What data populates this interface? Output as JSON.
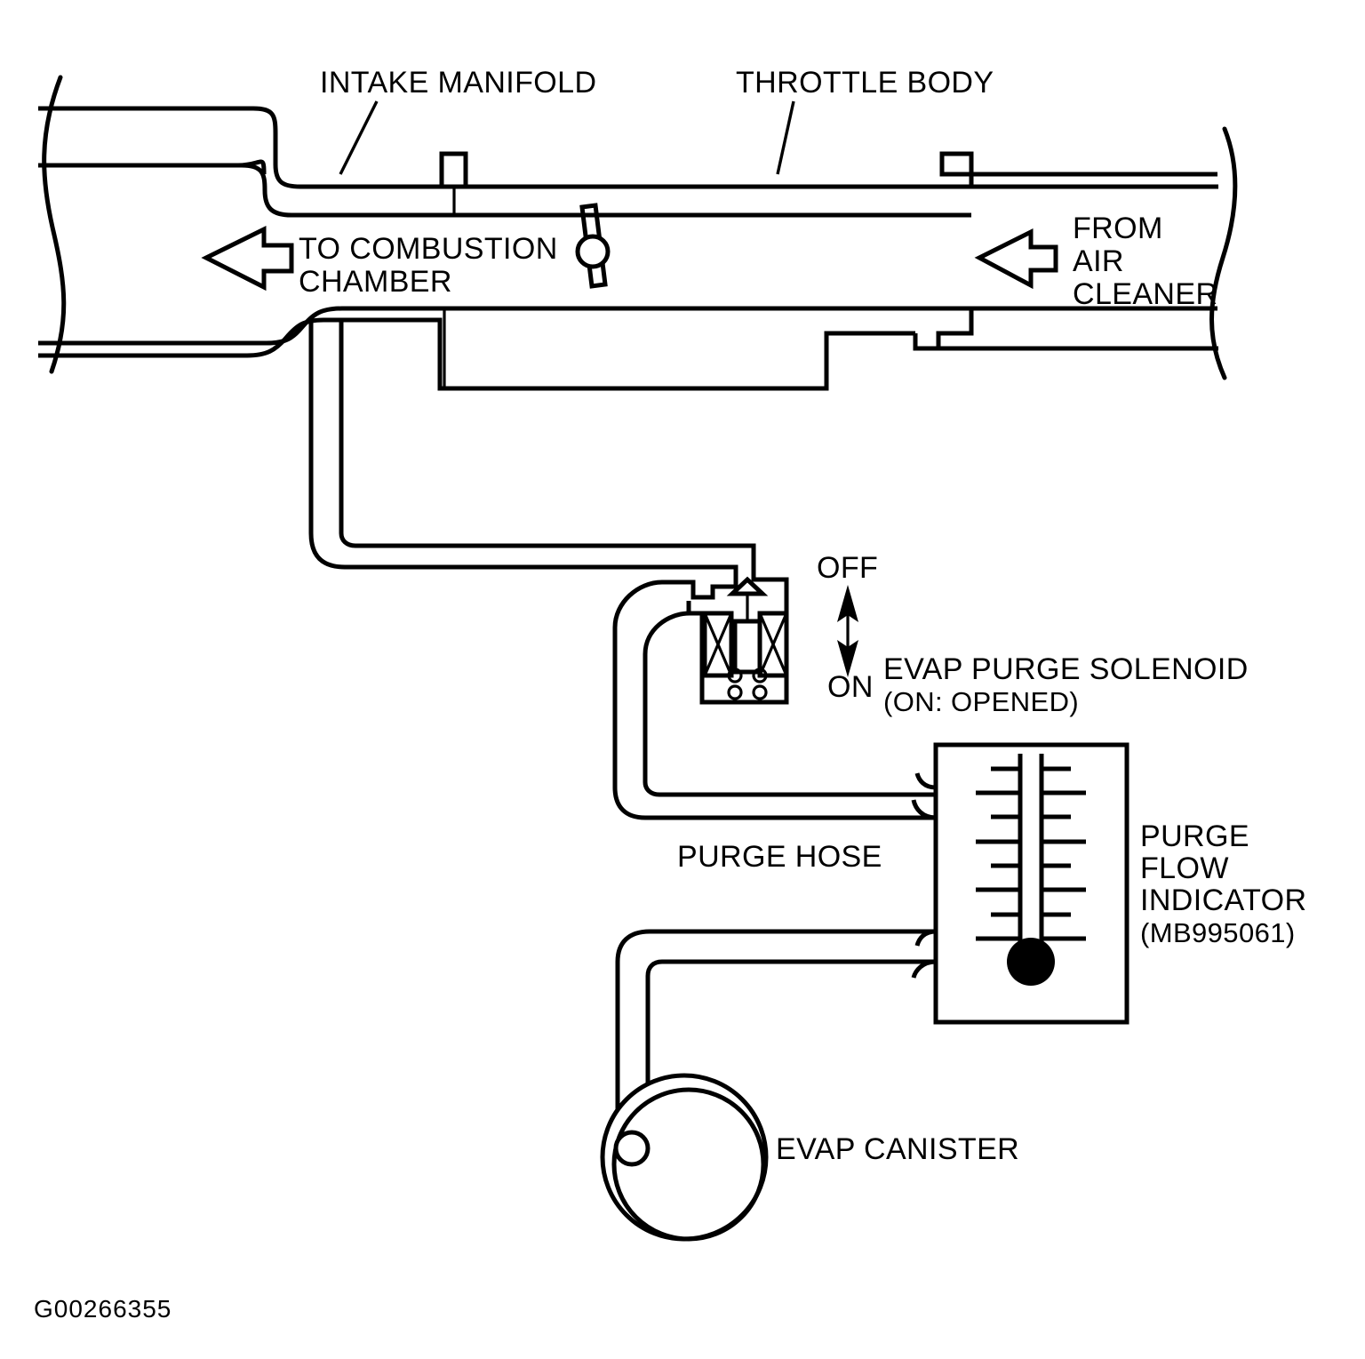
{
  "diagram": {
    "title_labels": {
      "intake_manifold": "INTAKE MANIFOLD",
      "throttle_body": "THROTTLE BODY",
      "to_combustion_line1": "TO COMBUSTION",
      "to_combustion_line2": "CHAMBER",
      "from_air_line1": "FROM",
      "from_air_line2": "AIR",
      "from_air_line3": "CLEANER",
      "off": "OFF",
      "on": "ON",
      "evap_purge_solenoid": "EVAP PURGE SOLENOID",
      "evap_purge_solenoid_note": "(ON: OPENED)",
      "purge_hose": "PURGE HOSE",
      "purge_flow_line1": "PURGE",
      "purge_flow_line2": "FLOW",
      "purge_flow_line3": "INDICATOR",
      "purge_flow_part_number": "(MB995061)",
      "evap_canister": "EVAP CANISTER",
      "figure_id": "G00266355"
    },
    "colors": {
      "ink": "#000000",
      "paper": "#ffffff"
    }
  }
}
